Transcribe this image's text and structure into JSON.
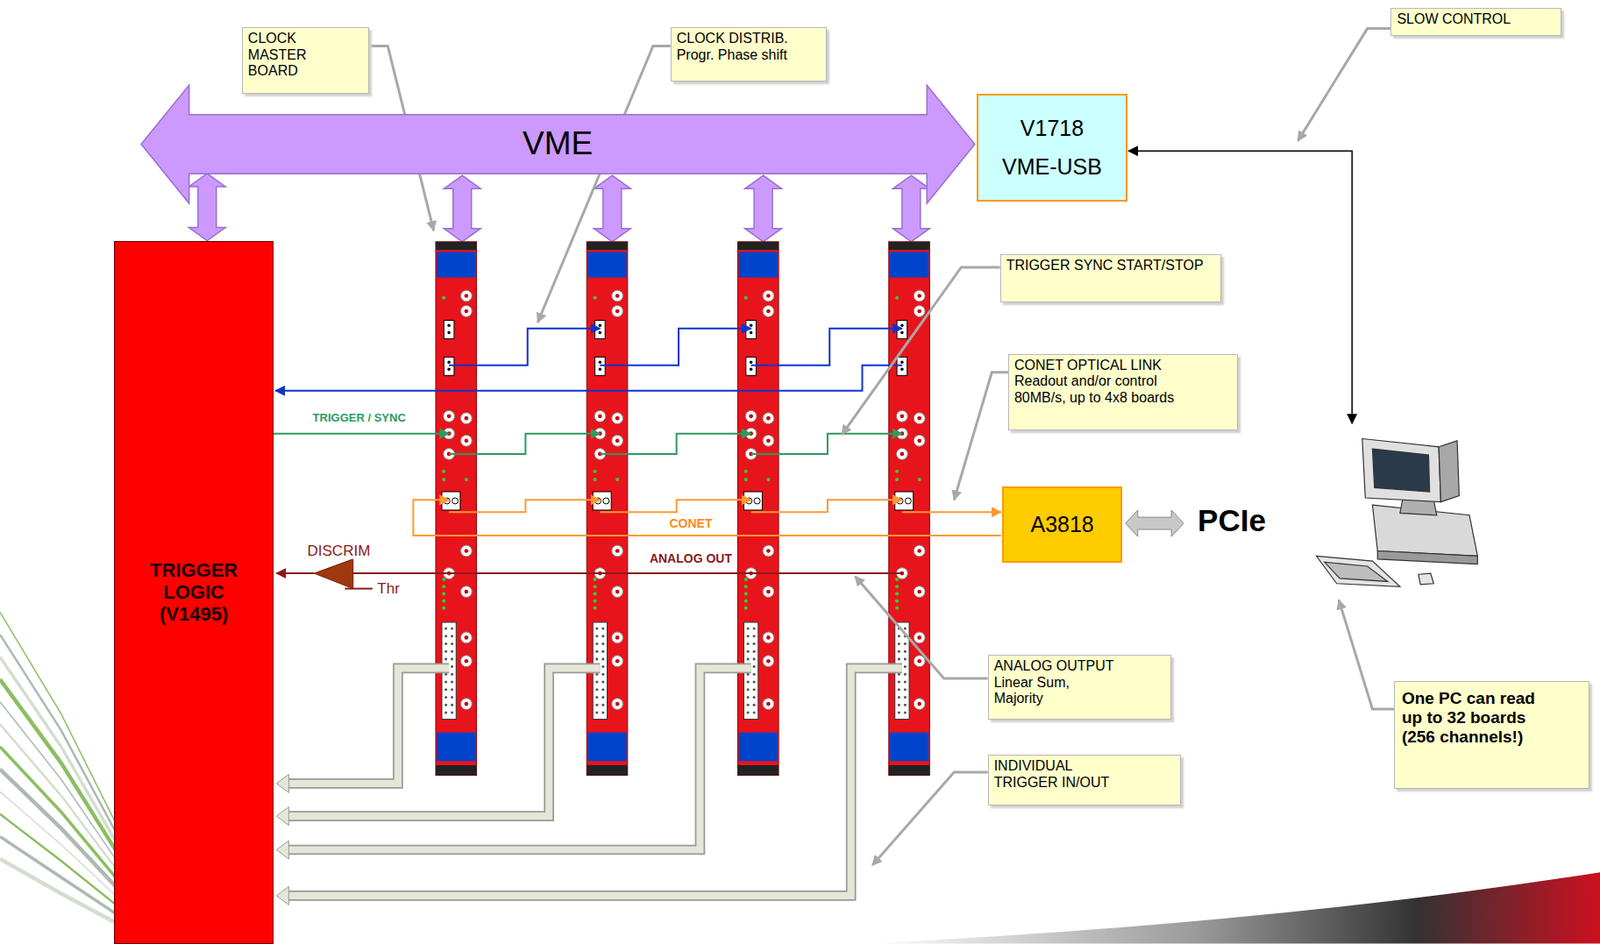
{
  "diagram": {
    "nodes": [
      {
        "text": [
          "CLOCK MASTER BOARD"
        ]
      },
      {
        "text": [
          "CLOCK DISTRIB.",
          "Progr. Phase shift"
        ]
      },
      {
        "text": [
          "SLOW CONTROL"
        ]
      },
      {
        "text": [
          "VME"
        ]
      },
      {
        "text": [
          "V1718",
          "VME-USB"
        ]
      },
      {
        "text": [
          "TRIGGER SYNC START/STOP"
        ]
      },
      {
        "text": [
          "CONET OPTICAL LINK",
          "Readout and/or control 80MB/s, up to 4x8 boards"
        ]
      },
      {
        "text": [
          "TRIGGER LOGIC (V1495)"
        ]
      },
      {
        "text": [
          "A3818"
        ]
      },
      {
        "text": [
          "ANALOG OUTPUT",
          "Linear Sum, Majority"
        ]
      },
      {
        "text": [
          "INDIVIDUAL TRIGGER IN/OUT"
        ]
      },
      {
        "text": [
          "One PC can read up to 32 boards (256 channels!)"
        ]
      }
    ],
    "edges": [
      {
        "from": 3,
        "to": 7,
        "arrow": "both"
      }
    ],
    "labels": [
      "TRIGGER / SYNC",
      "CONET",
      "PCIe",
      "DISCRIM",
      "ANALOG OUT",
      "Thr"
    ]
  }
}
